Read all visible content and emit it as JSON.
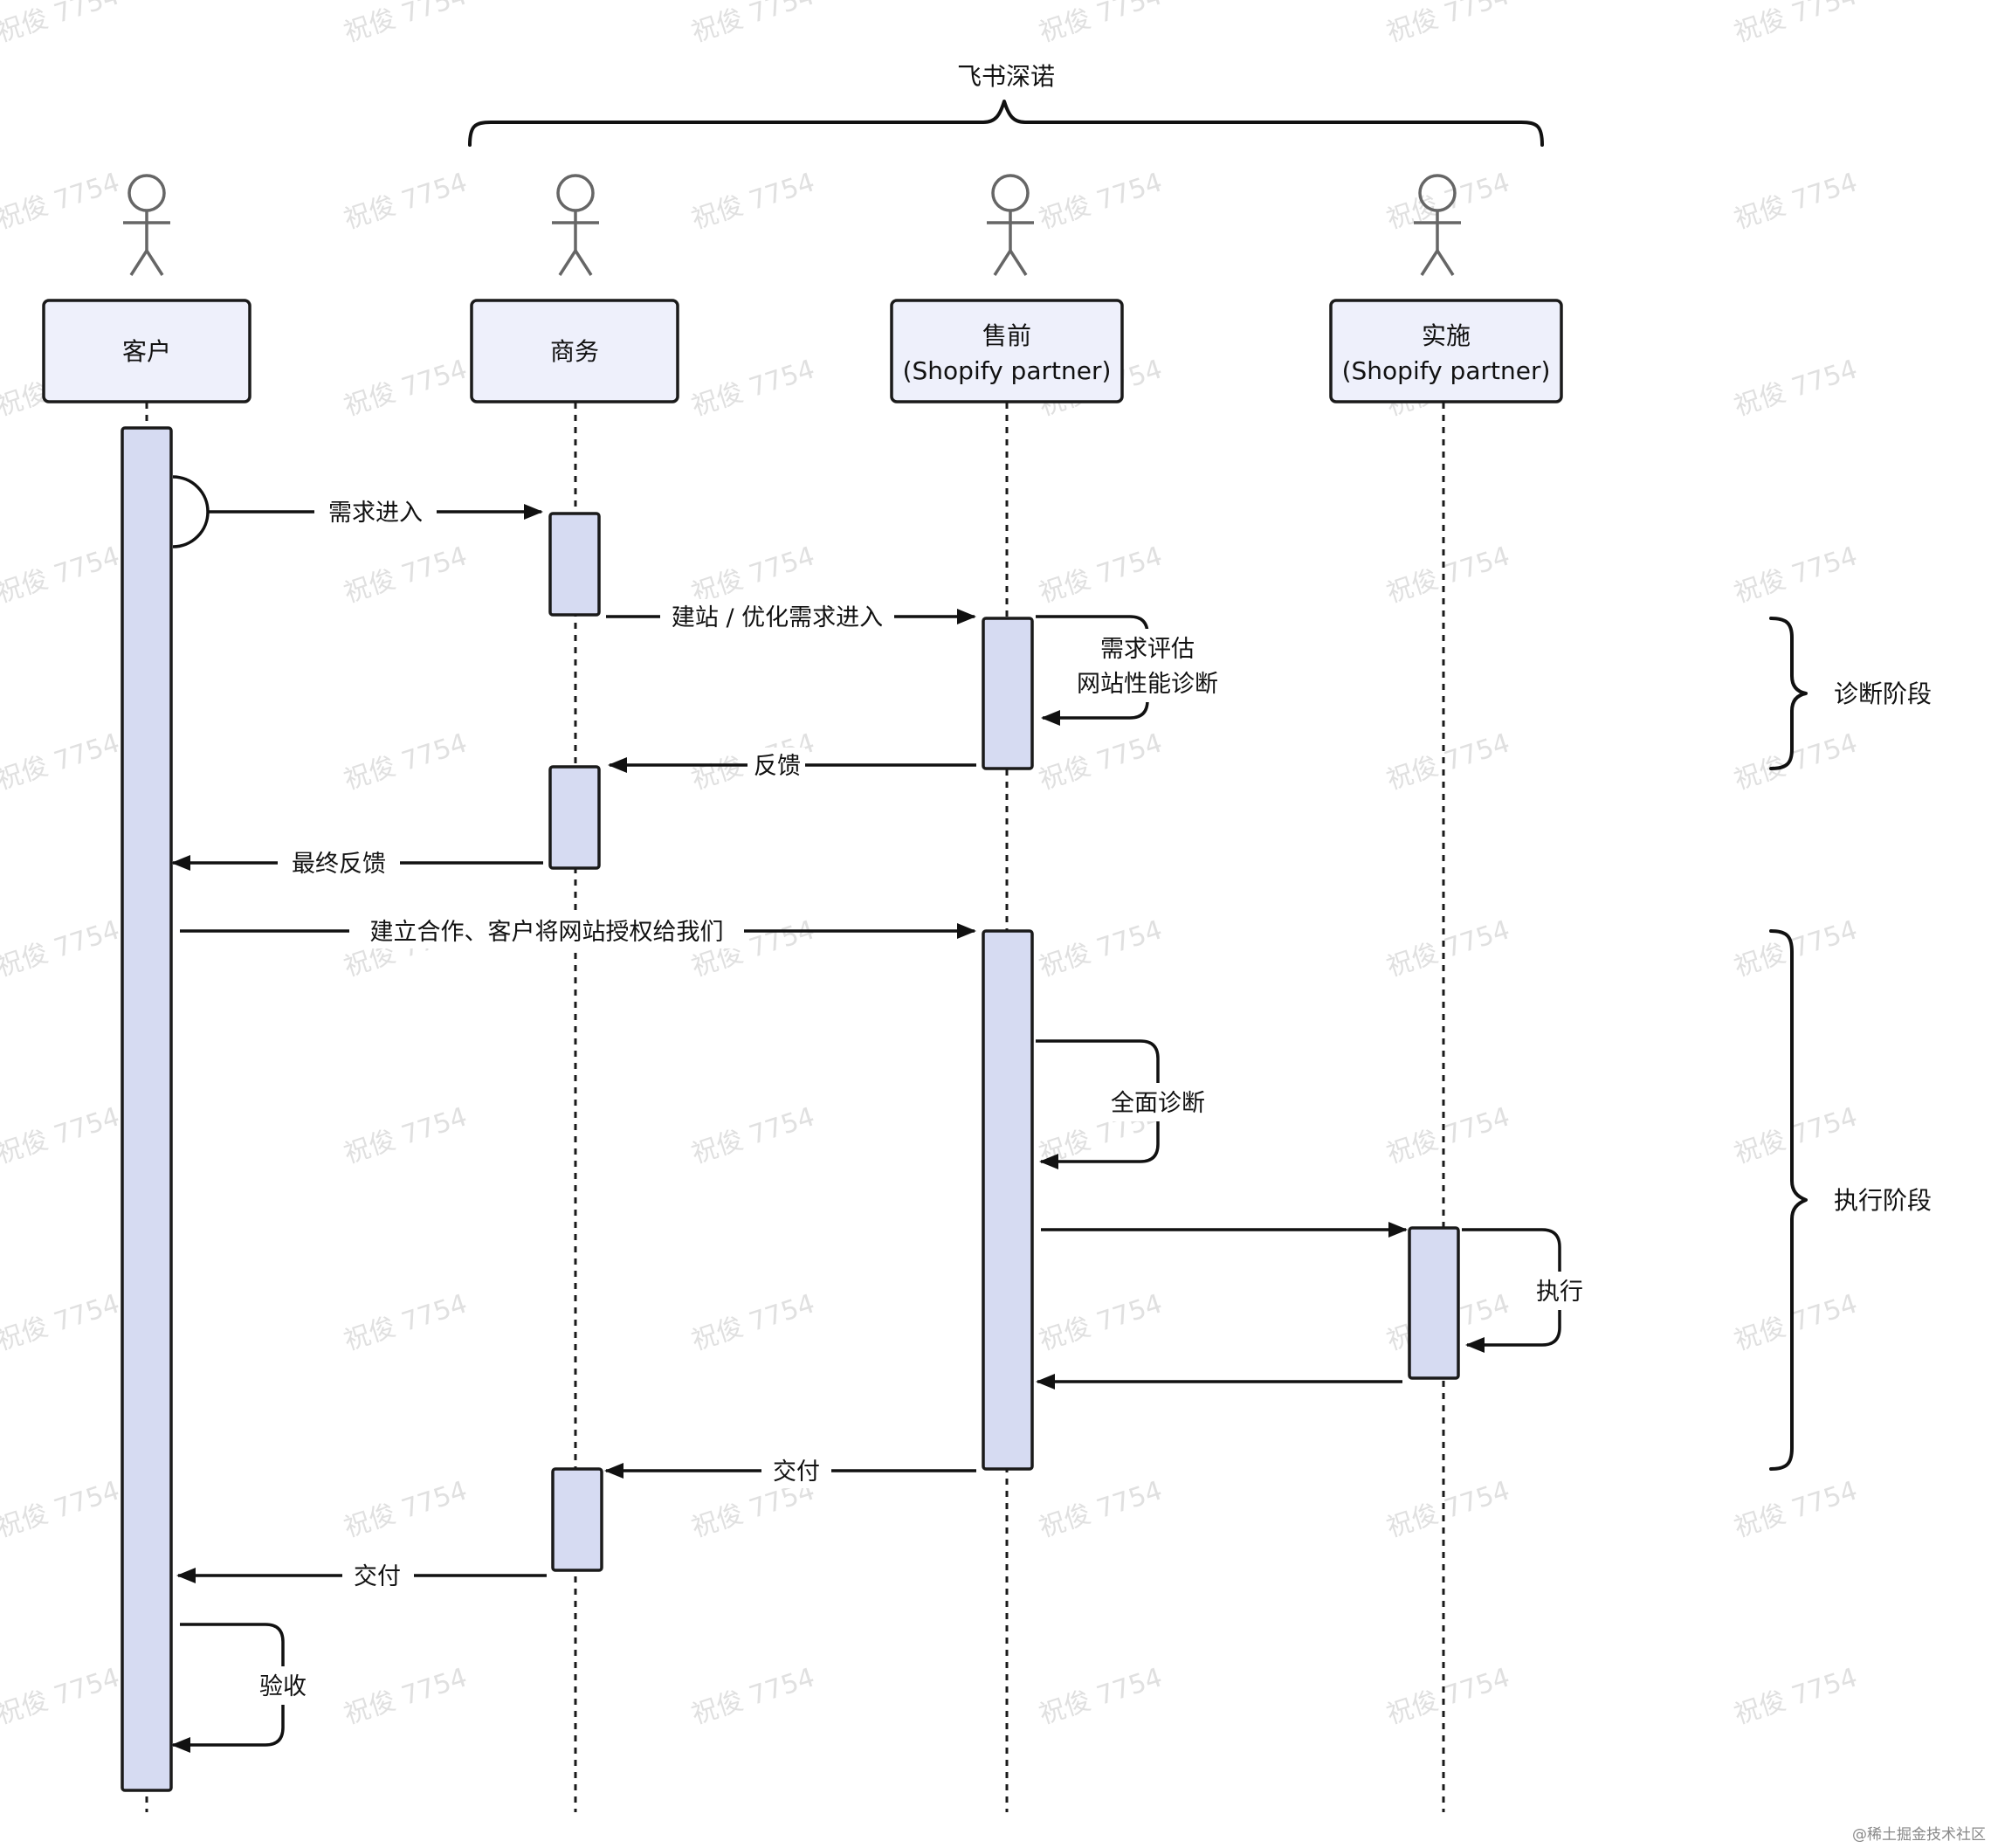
{
  "group_title": "飞书深诺",
  "participants": [
    {
      "id": "customer",
      "line1": "客户",
      "line2": ""
    },
    {
      "id": "business",
      "line1": "商务",
      "line2": ""
    },
    {
      "id": "presales",
      "line1": "售前",
      "line2": "(Shopify partner)"
    },
    {
      "id": "implementation",
      "line1": "实施",
      "line2": "(Shopify partner)"
    }
  ],
  "messages": [
    {
      "from": "customer",
      "to": "business",
      "label": "需求进入"
    },
    {
      "from": "business",
      "to": "presales",
      "label": "建站 / 优化需求进入"
    },
    {
      "from": "presales",
      "to": "presales",
      "label": "需求评估\n网站性能诊断"
    },
    {
      "from": "presales",
      "to": "business",
      "label": "反馈"
    },
    {
      "from": "business",
      "to": "customer",
      "label": "最终反馈"
    },
    {
      "from": "customer",
      "to": "presales",
      "label": "建立合作、客户将网站授权给我们"
    },
    {
      "from": "presales",
      "to": "presales",
      "label": "全面诊断"
    },
    {
      "from": "presales",
      "to": "implementation",
      "label": ""
    },
    {
      "from": "implementation",
      "to": "implementation",
      "label": "执行"
    },
    {
      "from": "implementation",
      "to": "presales",
      "label": ""
    },
    {
      "from": "presales",
      "to": "business",
      "label": "交付"
    },
    {
      "from": "business",
      "to": "customer",
      "label": "交付"
    },
    {
      "from": "customer",
      "to": "customer",
      "label": "验收"
    }
  ],
  "phases": [
    {
      "label": "诊断阶段"
    },
    {
      "label": "执行阶段"
    }
  ],
  "watermark": "祝俊 7754",
  "credit": "@稀土掘金技术社区",
  "colors": {
    "participant_fill": "#eef0fb",
    "activation_fill": "#d6dbf2",
    "line": "#111111",
    "actor_icon": "#666666"
  }
}
